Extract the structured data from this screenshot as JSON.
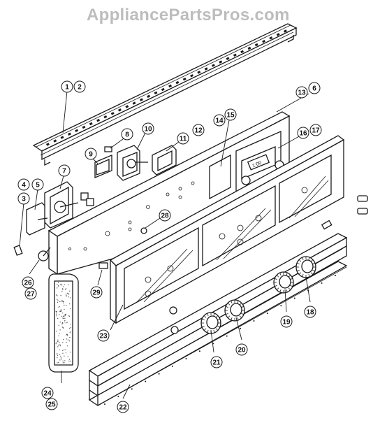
{
  "watermark": "AppliancePartsPros.com",
  "callouts": [
    {
      "id": "c1",
      "label": "1"
    },
    {
      "id": "c2",
      "label": "2"
    },
    {
      "id": "c3",
      "label": "3"
    },
    {
      "id": "c4",
      "label": "4"
    },
    {
      "id": "c5",
      "label": "5"
    },
    {
      "id": "c6",
      "label": "6"
    },
    {
      "id": "c7",
      "label": "7"
    },
    {
      "id": "c8",
      "label": "8"
    },
    {
      "id": "c9",
      "label": "9"
    },
    {
      "id": "c10",
      "label": "10"
    },
    {
      "id": "c11",
      "label": "11"
    },
    {
      "id": "c12",
      "label": "12"
    },
    {
      "id": "c13",
      "label": "13"
    },
    {
      "id": "c14",
      "label": "14"
    },
    {
      "id": "c15",
      "label": "15"
    },
    {
      "id": "c16",
      "label": "16"
    },
    {
      "id": "c17",
      "label": "17"
    },
    {
      "id": "c18",
      "label": "18"
    },
    {
      "id": "c19",
      "label": "19"
    },
    {
      "id": "c20",
      "label": "20"
    },
    {
      "id": "c21",
      "label": "21"
    },
    {
      "id": "c22",
      "label": "22"
    },
    {
      "id": "c23",
      "label": "23"
    },
    {
      "id": "c24",
      "label": "24"
    },
    {
      "id": "c25",
      "label": "25"
    },
    {
      "id": "c26",
      "label": "26"
    },
    {
      "id": "c27",
      "label": "27"
    },
    {
      "id": "c28",
      "label": "28"
    },
    {
      "id": "c29",
      "label": "29"
    }
  ],
  "clock_display": "1:00"
}
